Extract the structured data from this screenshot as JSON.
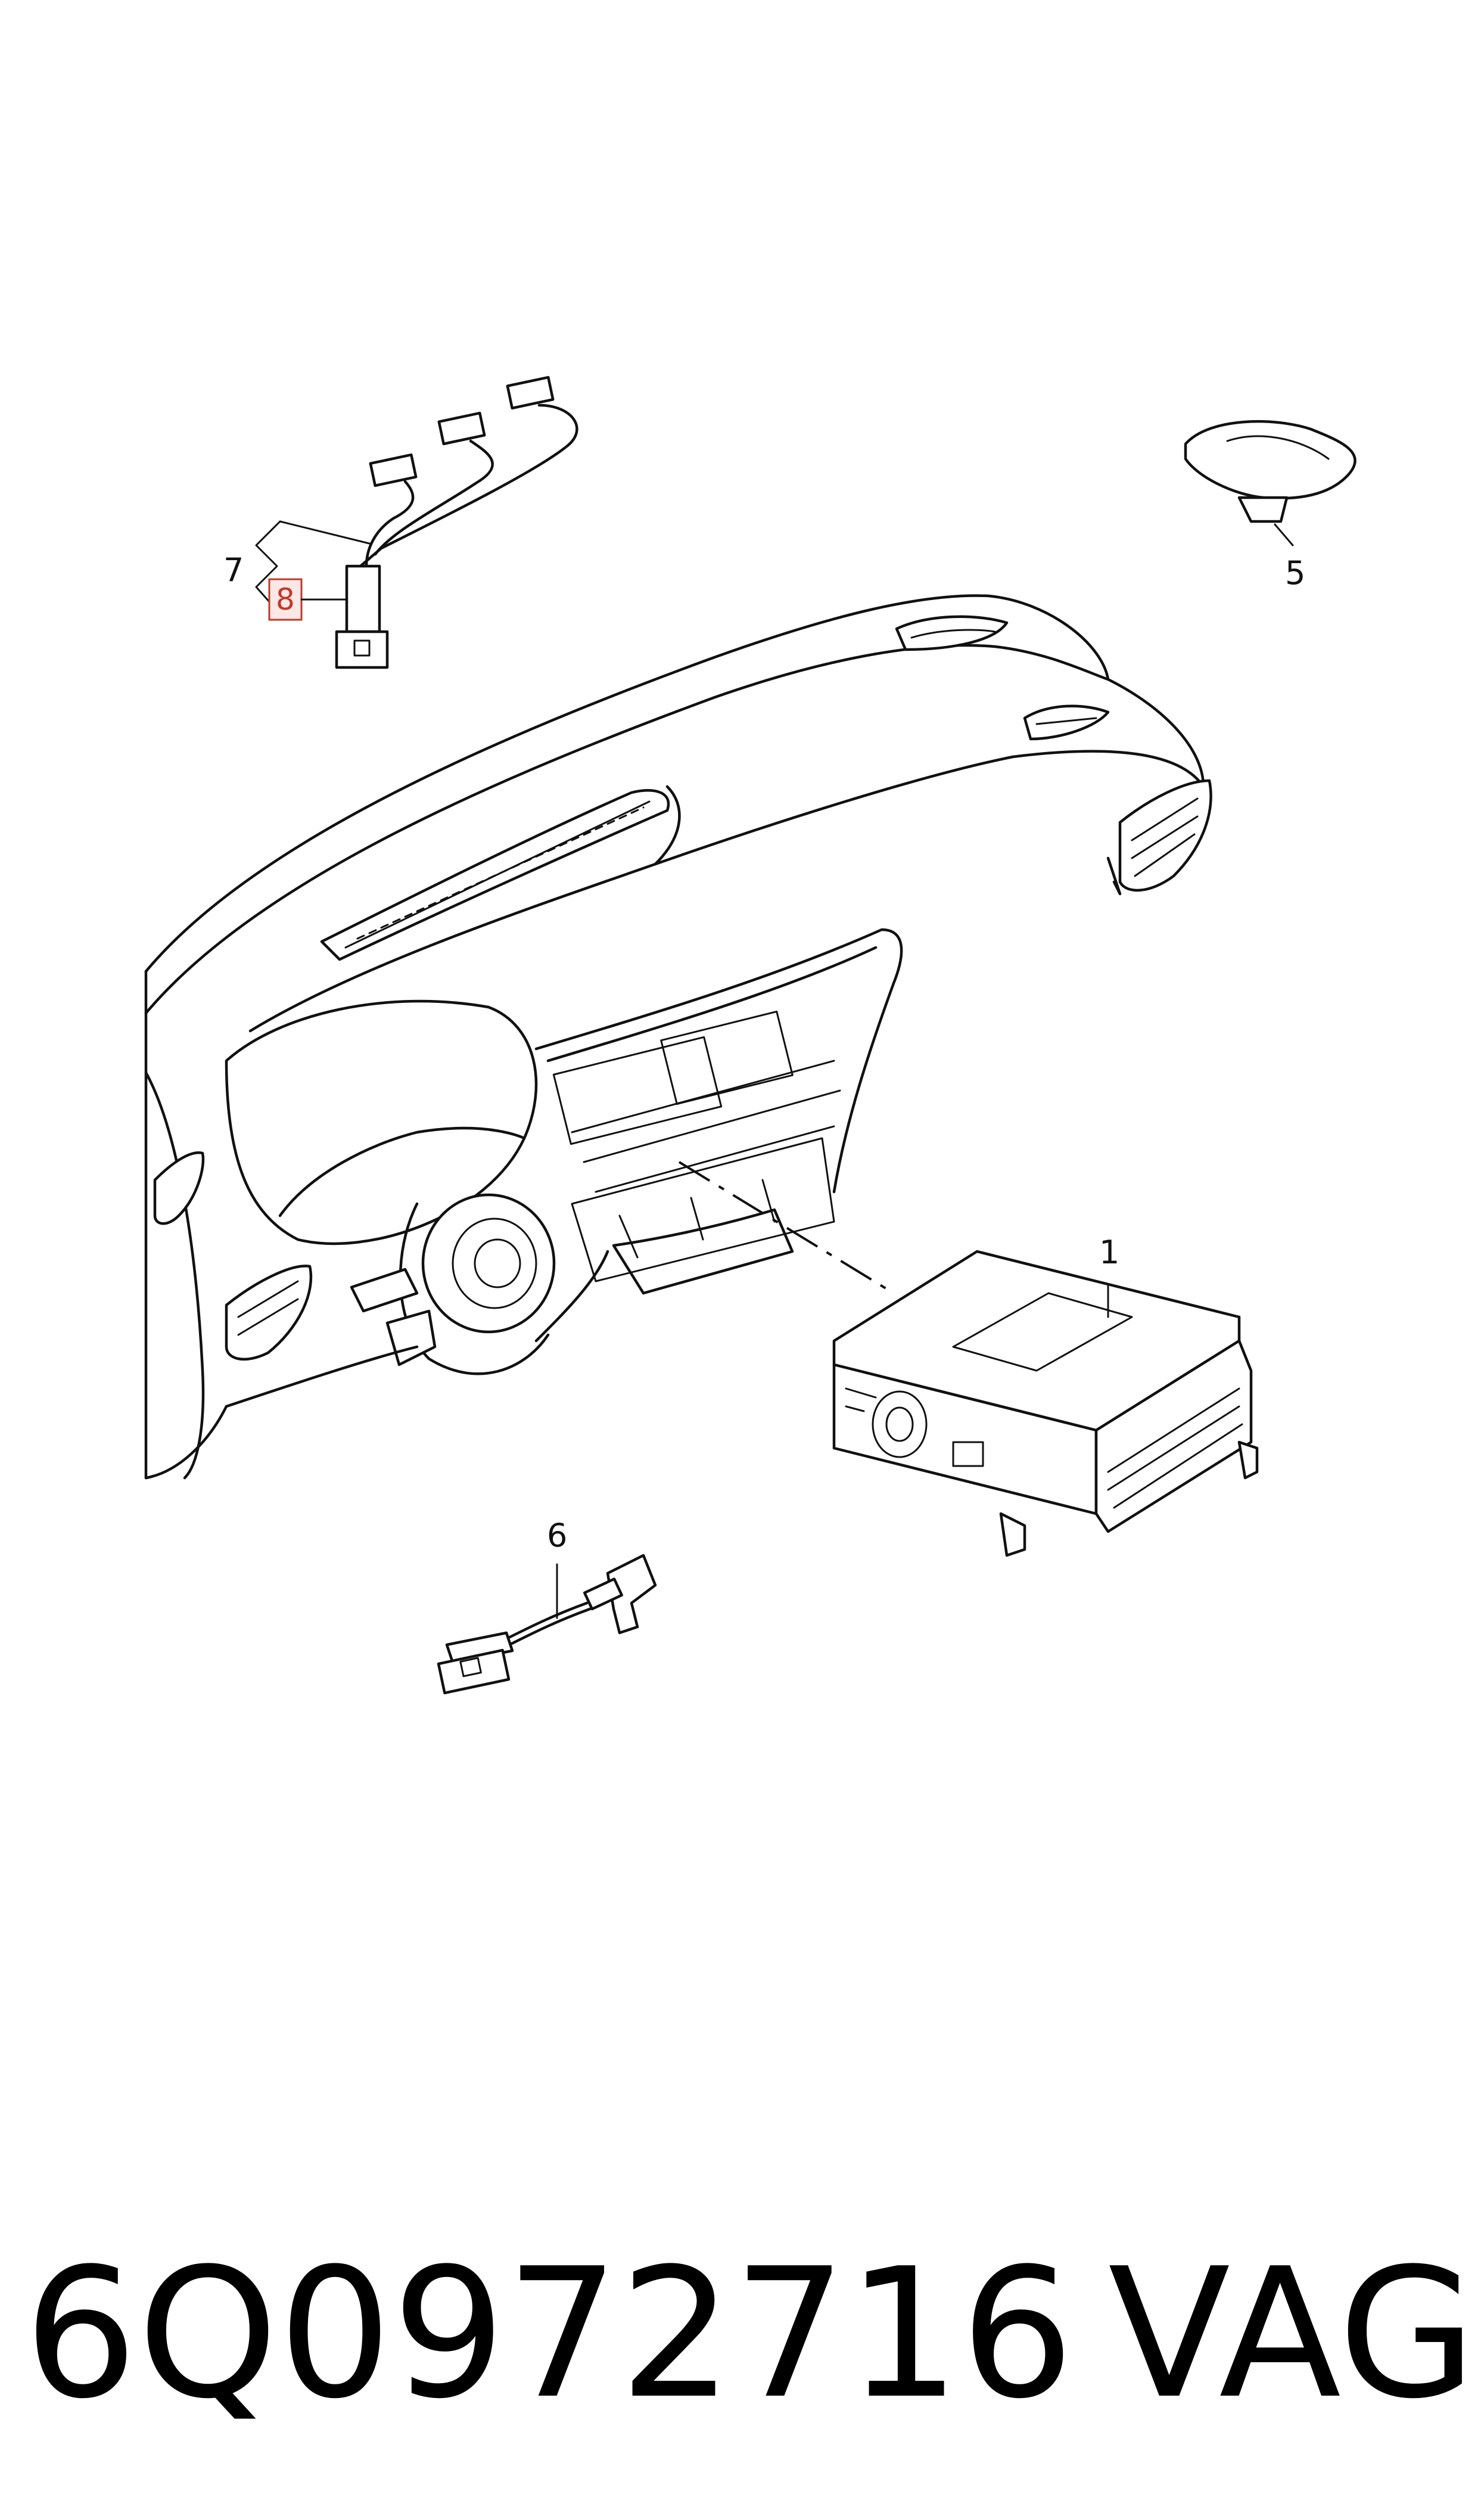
{
  "callouts": {
    "c1": "1",
    "c5": "5",
    "c6": "6",
    "c7": "7",
    "c8": "8"
  },
  "footer": {
    "part_number": "6Q0972716",
    "brand": "VAG"
  },
  "colors": {
    "line": "#111111",
    "highlight": "#c0392b",
    "highlight_fill": "#fde8e6"
  }
}
